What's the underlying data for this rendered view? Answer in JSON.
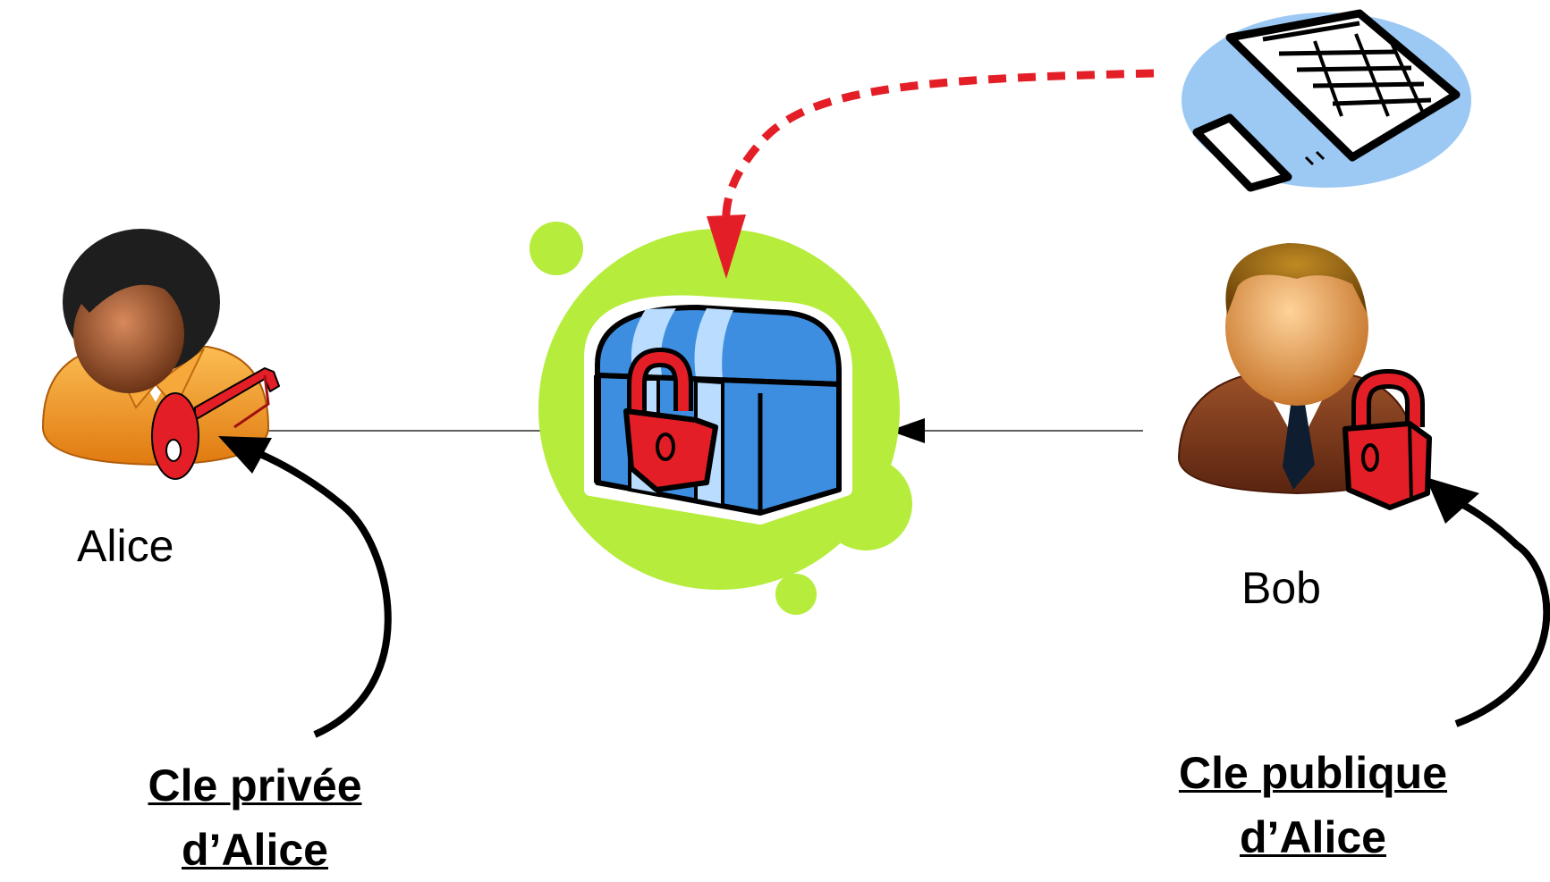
{
  "people": {
    "alice": {
      "name": "Alice"
    },
    "bob": {
      "name": "Bob"
    }
  },
  "keys": {
    "private": {
      "line1": "Cle privée",
      "line2": "d’Alice"
    },
    "public": {
      "line1": "Cle publique",
      "line2": "d’Alice"
    }
  },
  "icons": {
    "alice": "person-icon",
    "bob": "person-icon",
    "private_key": "key-icon",
    "public_key": "padlock-icon",
    "chest": "locked-treasure-chest-icon",
    "message": "document-icon"
  },
  "colors": {
    "accent_red": "#e41e26",
    "bubble_green": "#b6ec3c",
    "chest_blue": "#3d8ee0",
    "message_bubble": "#9cc8f4",
    "alice_shirt": "#f39a1e",
    "bob_suit": "#7a3a1a"
  }
}
